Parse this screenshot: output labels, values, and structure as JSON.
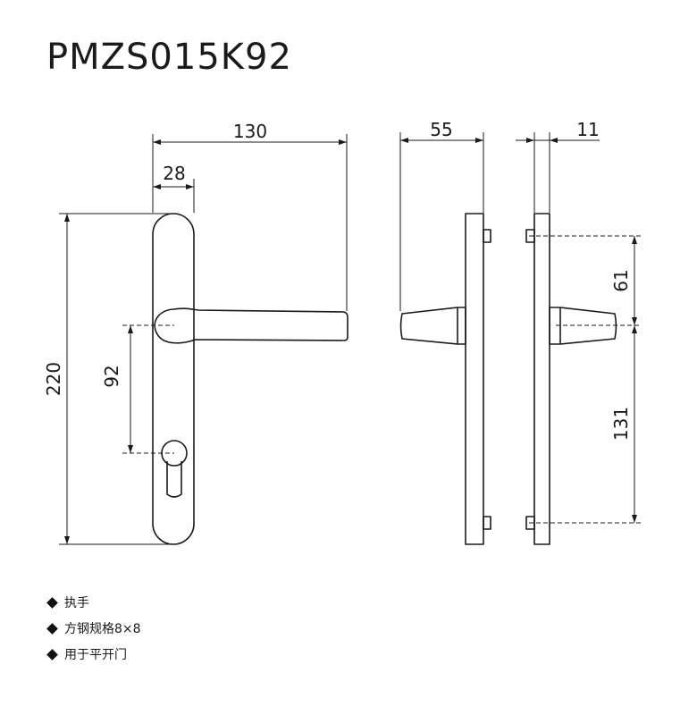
{
  "title": "PMZS015K92",
  "dimensions": {
    "overall_width": "130",
    "plate_width": "28",
    "plate_height": "220",
    "center_distance": "92",
    "side_projection": "55",
    "plate_thickness": "11",
    "upper_hole_offset": "61",
    "lower_hole_offset": "131"
  },
  "notes": [
    "执手",
    "方钢规格8×8",
    "用于平开门"
  ],
  "colors": {
    "line": "#1a1a1a",
    "background": "#ffffff"
  }
}
